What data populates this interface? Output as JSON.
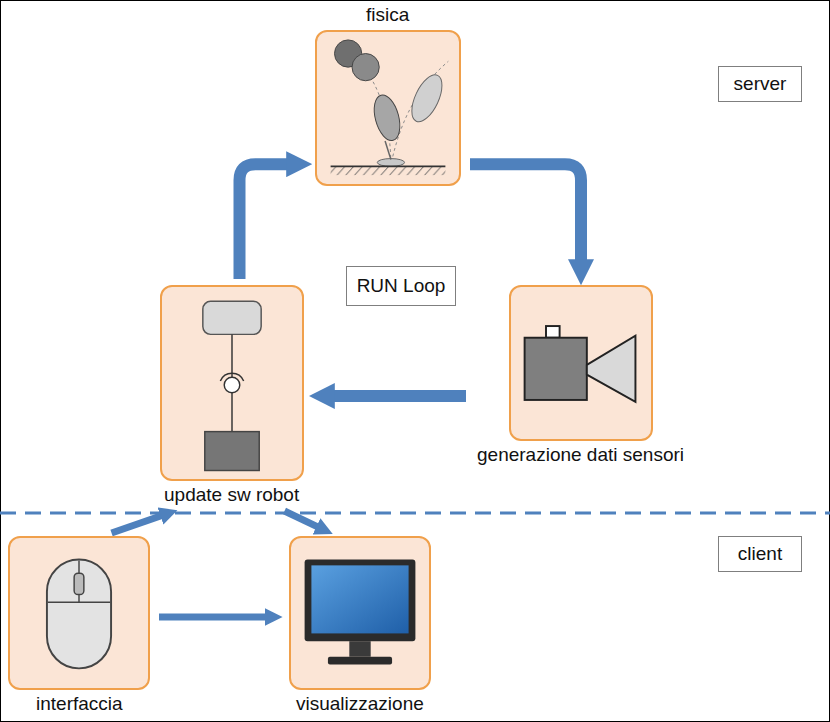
{
  "diagram": {
    "nodes": [
      {
        "text": [
          "fisica"
        ]
      },
      {
        "text": [
          "server"
        ]
      },
      {
        "text": [
          "RUN Loop"
        ]
      },
      {
        "text": [
          "update sw robot"
        ]
      },
      {
        "text": [
          "generazione dati sensori"
        ]
      },
      {
        "text": [
          "client"
        ]
      },
      {
        "text": [
          "interfaccia"
        ]
      },
      {
        "text": [
          "visualizzazione"
        ]
      }
    ],
    "edges": [
      {
        "from": 3,
        "to": 0,
        "arrow": "to"
      },
      {
        "from": 0,
        "to": 4,
        "arrow": "to"
      },
      {
        "from": 4,
        "to": 3,
        "arrow": "to"
      },
      {
        "from": 6,
        "to": 3,
        "arrow": "to"
      },
      {
        "from": 3,
        "to": 7,
        "arrow": "to"
      },
      {
        "from": 6,
        "to": 7,
        "arrow": "to"
      }
    ]
  }
}
